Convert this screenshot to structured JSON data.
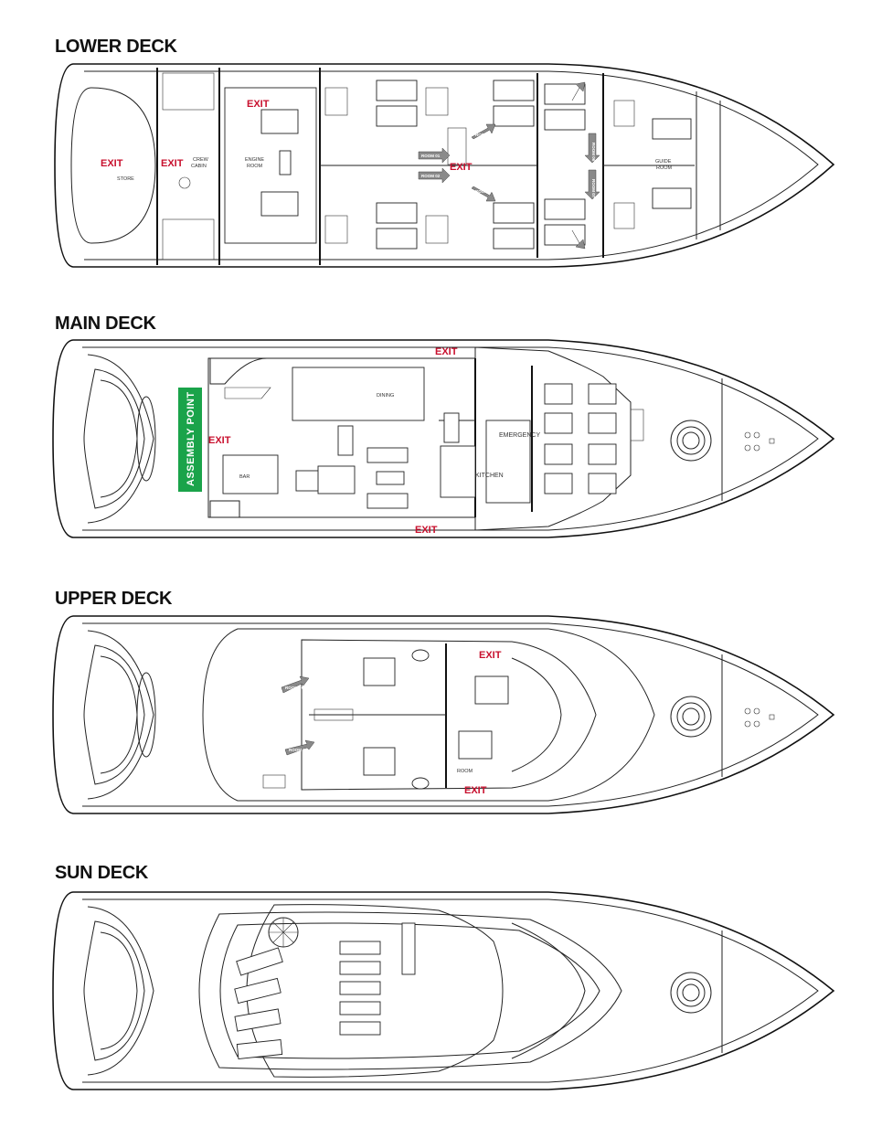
{
  "decks": [
    {
      "title": "LOWER DECK"
    },
    {
      "title": "MAIN DECK"
    },
    {
      "title": "UPPER DECK"
    },
    {
      "title": "SUN DECK"
    }
  ],
  "lower": {
    "exit_label": "EXIT",
    "store": "STORE",
    "crew_cabin": [
      "CREW",
      "CABIN"
    ],
    "engine_room": [
      "ENGINE",
      "ROOM"
    ],
    "guide_room": [
      "GUIDE",
      "ROOM"
    ],
    "room_arrows": [
      "ROOM 01",
      "ROOM 02",
      "ROOM 03",
      "ROOM 04",
      "ROOM 05",
      "ROOM 06",
      "ROOM 07",
      "ROOM 08"
    ]
  },
  "main": {
    "exit_label": "EXIT",
    "assembly_point": "ASSEMBLY POINT",
    "dining": "DINING",
    "bar": "BAR",
    "kitchen": "KITCHEN",
    "emergency": "EMERGENCY"
  },
  "upper": {
    "exit_label": "EXIT",
    "room": "ROOM",
    "room_arrows": [
      "ROOM 09",
      "ROOM 10"
    ]
  },
  "colors": {
    "exit": "#c8102e",
    "assembly": "#1aa34a",
    "arrow": "#8a8a8a"
  }
}
